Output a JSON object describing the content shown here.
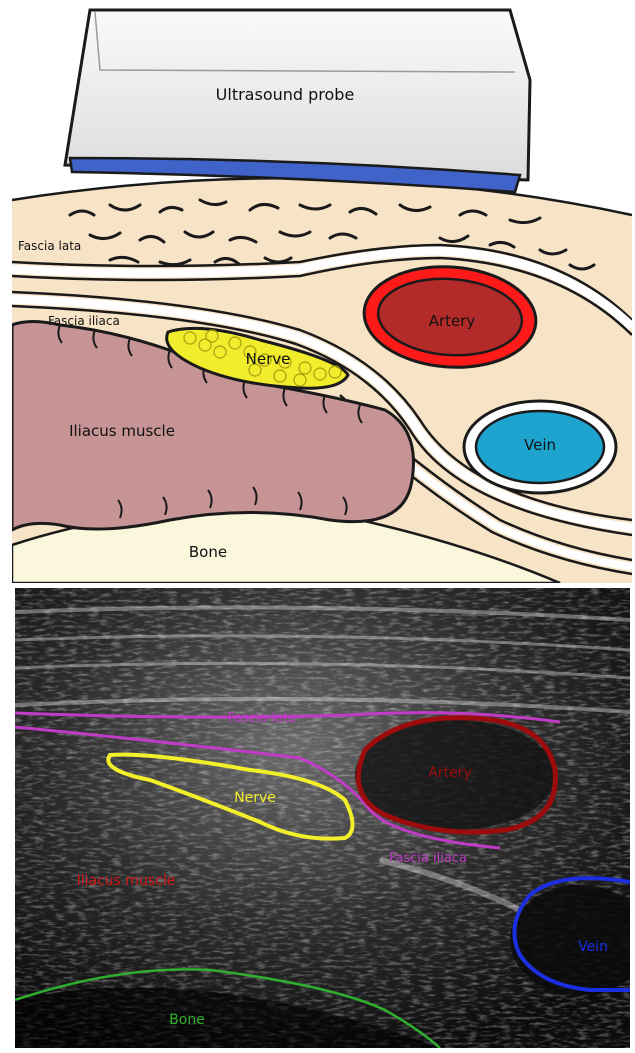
{
  "illustration": {
    "probe_label": "Ultrasound probe",
    "fascia_lata_label": "Fascia lata",
    "fascia_iliaca_label": "Fascia iliaca",
    "nerve_label": "Nerve",
    "artery_label": "Artery",
    "vein_label": "Vein",
    "muscle_label": "Iliacus muscle",
    "bone_label": "Bone"
  },
  "ultrasound": {
    "fascia_lata_label": "Fascia lata",
    "fascia_iliaca_label": "Fascia iliaca",
    "nerve_label": "Nerve",
    "artery_label": "Artery",
    "vein_label": "Vein",
    "muscle_label": "Iliacus muscle",
    "bone_label": "Bone"
  },
  "colors": {
    "skin": "#f6dcbc",
    "fat": "#f7e3c6",
    "muscle": "#c79496",
    "bone": "#fbf7dc",
    "probe_body": "#f1f1f1",
    "probe_face": "#3f63c9",
    "nerve": "#f1ec2c",
    "artery": "#b32a2a",
    "artery_outline": "#ff1a1a",
    "vein": "#1ea3cf",
    "fascia_outline": "#c03cc7",
    "nerve_outline": "#f3ef2b",
    "artery_us_outline": "#9c0c0c",
    "vein_us_outline": "#1b2fe0",
    "bone_us_outline": "#2fae2f"
  }
}
